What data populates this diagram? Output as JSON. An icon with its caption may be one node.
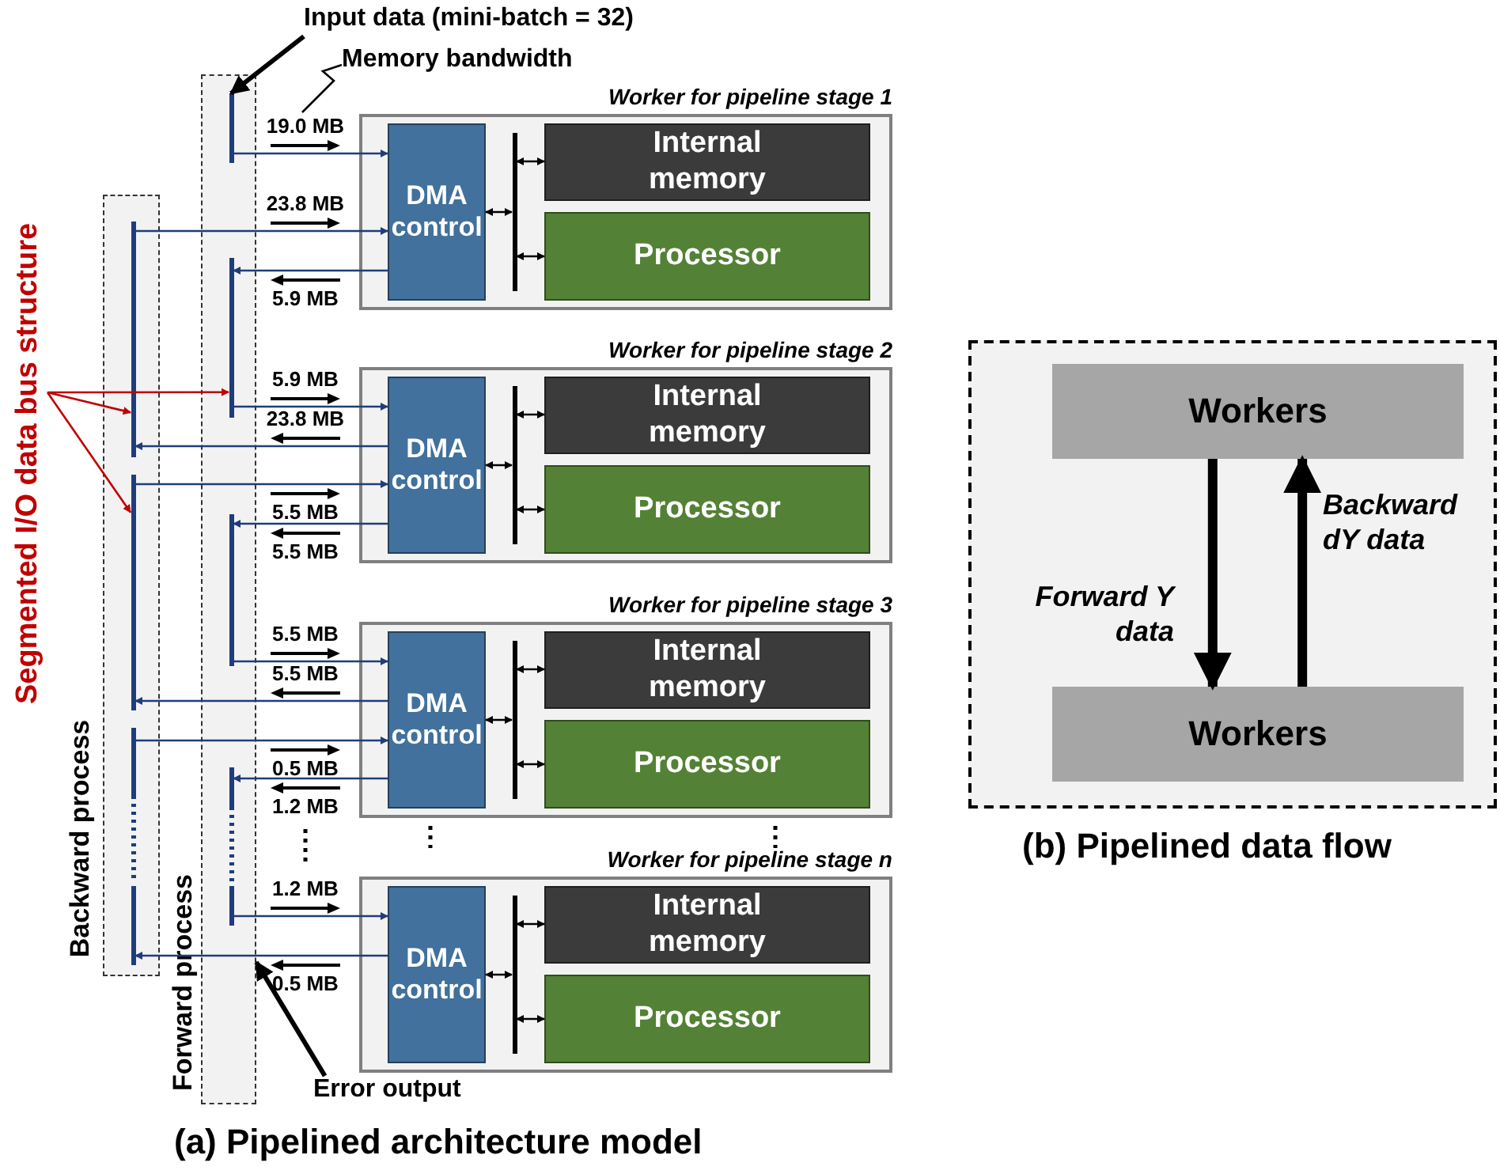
{
  "diagram": {
    "nodes": [
      {
        "text": [
          "Backward process"
        ]
      },
      {
        "text": [
          "Forward process"
        ]
      },
      {
        "text": [],
        "shape": "bar",
        "in": 0
      },
      {
        "text": [],
        "shape": "bar",
        "in": 0
      },
      {
        "text": [],
        "shape": "bar",
        "in": 0
      },
      {
        "text": [],
        "shape": "bar",
        "in": 1
      },
      {
        "text": [],
        "shape": "bar",
        "in": 1
      },
      {
        "text": [],
        "shape": "bar",
        "in": 1
      },
      {
        "text": [],
        "shape": "bar",
        "in": 1
      },
      {
        "text": [
          "Worker for pipeline stage 1"
        ]
      },
      {
        "text": [
          "DMA control"
        ],
        "in": 9
      },
      {
        "text": [],
        "shape": "bar",
        "in": 9
      },
      {
        "text": [
          "Internal memory"
        ],
        "in": 9
      },
      {
        "text": [
          "Processor"
        ],
        "in": 9
      },
      {
        "text": [
          "Worker for pipeline stage 2"
        ]
      },
      {
        "text": [
          "DMA control"
        ],
        "in": 14
      },
      {
        "text": [],
        "shape": "bar",
        "in": 14
      },
      {
        "text": [
          "Internal memory"
        ],
        "in": 14
      },
      {
        "text": [
          "Processor"
        ],
        "in": 14
      },
      {
        "text": [
          "Worker for pipeline stage 3"
        ]
      },
      {
        "text": [
          "DMA control"
        ],
        "in": 19
      },
      {
        "text": [],
        "shape": "bar",
        "in": 19
      },
      {
        "text": [
          "Internal memory"
        ],
        "in": 19
      },
      {
        "text": [
          "Processor"
        ],
        "in": 19
      },
      {
        "text": [
          "Worker for pipeline stage n"
        ]
      },
      {
        "text": [
          "DMA control"
        ],
        "in": 24
      },
      {
        "text": [],
        "shape": "bar",
        "in": 24
      },
      {
        "text": [
          "Internal memory"
        ],
        "in": 24
      },
      {
        "text": [
          "Processor"
        ],
        "in": 24
      },
      {
        "text": [
          "Input data (mini-batch = 32)"
        ]
      },
      {
        "text": [
          "Memory bandwidth"
        ]
      },
      {
        "text": [
          "Segmented I/O data bus structure"
        ]
      },
      {
        "text": [
          "Error output"
        ]
      },
      {
        "text": [],
        "shape": "box",
        "beside": [
          "(b) Pipelined data flow"
        ]
      },
      {
        "text": [
          "Workers"
        ],
        "in": 33
      },
      {
        "text": [
          "Workers"
        ],
        "in": 33
      }
    ],
    "edges": [
      {
        "from": 5,
        "to": 10,
        "arrow": "to",
        "label": "19.0 MB",
        "color": "#1f3d7a"
      },
      {
        "from": 2,
        "to": 10,
        "arrow": "to",
        "label": "23.8 MB",
        "color": "#1f3d7a"
      },
      {
        "from": 10,
        "to": 6,
        "arrow": "to",
        "label": "5.9 MB",
        "color": "#1f3d7a"
      },
      {
        "from": 6,
        "to": 15,
        "arrow": "to",
        "label": "5.9 MB",
        "color": "#1f3d7a"
      },
      {
        "from": 15,
        "to": 2,
        "arrow": "to",
        "label": "23.8 MB",
        "color": "#1f3d7a"
      },
      {
        "from": 3,
        "to": 15,
        "arrow": "to",
        "label": "5.5 MB",
        "color": "#1f3d7a"
      },
      {
        "from": 15,
        "to": 7,
        "arrow": "to",
        "label": "5.5 MB",
        "color": "#1f3d7a"
      },
      {
        "from": 7,
        "to": 20,
        "arrow": "to",
        "label": "5.5 MB",
        "color": "#1f3d7a"
      },
      {
        "from": 20,
        "to": 3,
        "arrow": "to",
        "label": "5.5 MB",
        "color": "#1f3d7a"
      },
      {
        "from": 4,
        "to": 20,
        "arrow": "to",
        "label": "0.5 MB",
        "color": "#1f3d7a"
      },
      {
        "from": 20,
        "to": 8,
        "arrow": "to",
        "label": "1.2 MB",
        "color": "#1f3d7a"
      },
      {
        "from": 8,
        "to": 25,
        "arrow": "to",
        "label": "1.2 MB",
        "color": "#1f3d7a"
      },
      {
        "from": 25,
        "to": 4,
        "arrow": "to",
        "label": "0.5 MB",
        "color": "#1f3d7a"
      },
      {
        "from": 11,
        "to": 10,
        "arrow": "both"
      },
      {
        "from": 11,
        "to": 12,
        "arrow": "both"
      },
      {
        "from": 11,
        "to": 13,
        "arrow": "both"
      },
      {
        "from": 16,
        "to": 15,
        "arrow": "both"
      },
      {
        "from": 16,
        "to": 17,
        "arrow": "both"
      },
      {
        "from": 16,
        "to": 18,
        "arrow": "both"
      },
      {
        "from": 21,
        "to": 20,
        "arrow": "both"
      },
      {
        "from": 21,
        "to": 22,
        "arrow": "both"
      },
      {
        "from": 21,
        "to": 23,
        "arrow": "both"
      },
      {
        "from": 26,
        "to": 25,
        "arrow": "both"
      },
      {
        "from": 26,
        "to": 27,
        "arrow": "both"
      },
      {
        "from": 26,
        "to": 28,
        "arrow": "both"
      },
      {
        "from": 29,
        "to": 5,
        "arrow": "to",
        "style": "thick"
      },
      {
        "from": 30,
        "to": null,
        "arrow": "none"
      },
      {
        "from": 31,
        "to": 6,
        "arrow": "to",
        "color": "#c00000"
      },
      {
        "from": 31,
        "to": 2,
        "arrow": "to",
        "color": "#c00000"
      },
      {
        "from": 31,
        "to": 3,
        "arrow": "to",
        "color": "#c00000"
      },
      {
        "from": 32,
        "to": 1,
        "arrow": "to",
        "style": "thick"
      },
      {
        "from": 34,
        "to": 35,
        "arrow": "to",
        "style": "thick",
        "label": "Forward Y data"
      },
      {
        "from": 35,
        "to": 34,
        "arrow": "to",
        "style": "thick",
        "label": "Backward dY data"
      }
    ],
    "labels": [
      "(a) Pipelined architecture model"
    ]
  }
}
